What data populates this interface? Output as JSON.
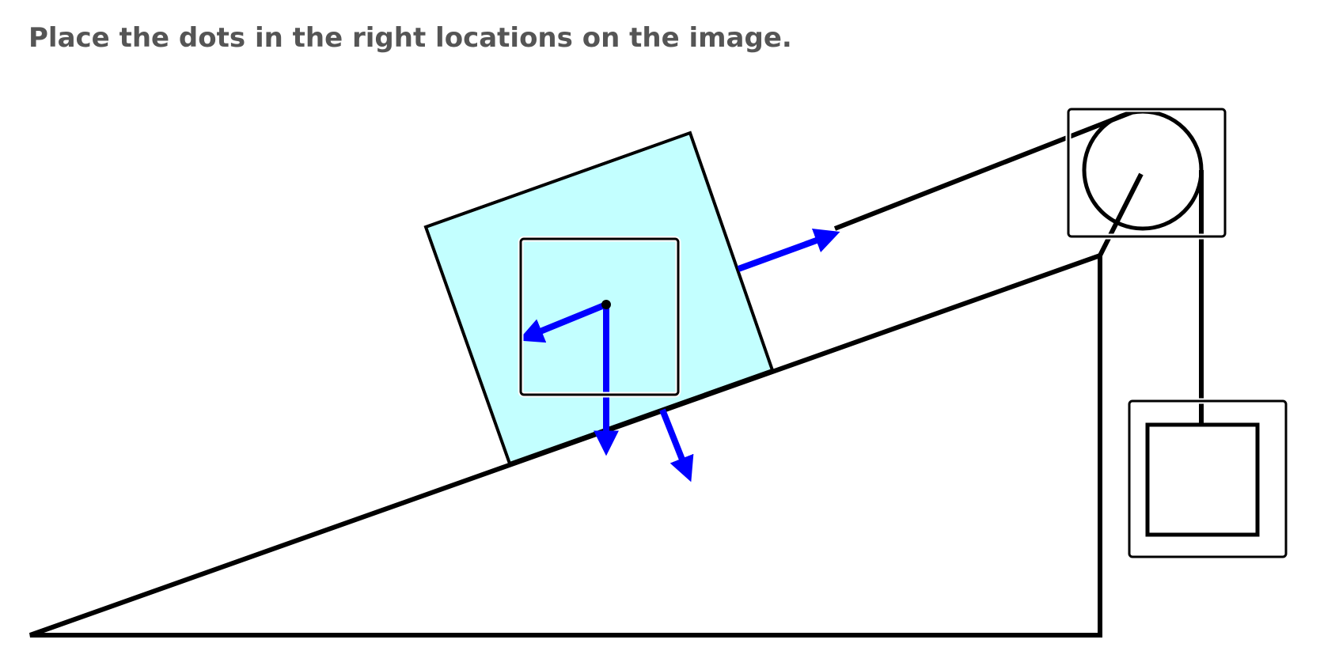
{
  "prompt": {
    "text": "Place the dots in the right locations on the image."
  },
  "colors": {
    "prompt_text": "#555555",
    "block_fill": "#c3ffff",
    "force_arrow": "#0000ff",
    "outline": "#000000",
    "background": "#ffffff"
  },
  "diagram": {
    "objects": [
      "inclined-plane",
      "block-on-incline",
      "pulley",
      "rope",
      "hanging-mass",
      "force-arrows"
    ],
    "drop_zones": [
      {
        "id": "block-center-zone",
        "label": ""
      },
      {
        "id": "pulley-zone",
        "label": ""
      },
      {
        "id": "hanging-mass-zone",
        "label": ""
      }
    ]
  }
}
